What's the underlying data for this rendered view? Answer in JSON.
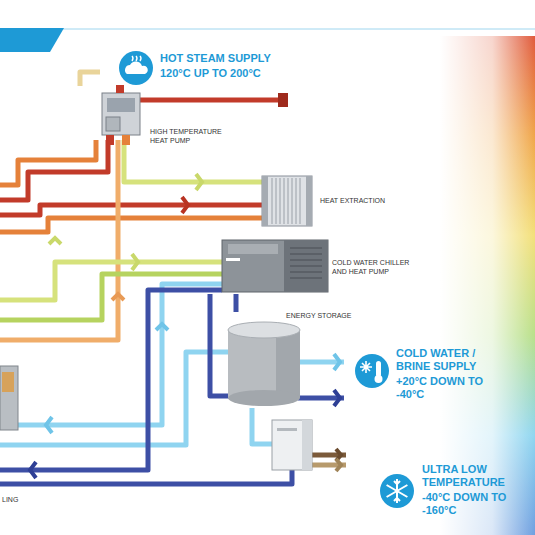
{
  "diagram": {
    "nodes": [
      {
        "text": [
          "HOT STEAM SUPPLY",
          "120°C UP TO 200°C"
        ]
      },
      {
        "text": [
          "HIGH TEMPERATURE HEAT PUMP"
        ]
      },
      {
        "text": [
          "HEAT EXTRACTION"
        ]
      },
      {
        "text": [
          "COLD WATER CHILLER AND HEAT PUMP"
        ]
      },
      {
        "text": [
          "ENERGY STORAGE"
        ]
      },
      {
        "text": [
          "COLD WATER / BRINE SUPPLY",
          "+20°C DOWN TO -40°C"
        ]
      },
      {
        "text": [
          "ULTRA LOW TEMPERATURE",
          "-40°C DOWN TO -160°C"
        ]
      }
    ],
    "edges": [
      {
        "from": 3,
        "to": 4,
        "arrow": "none"
      }
    ],
    "labels": [
      "LING"
    ]
  }
}
